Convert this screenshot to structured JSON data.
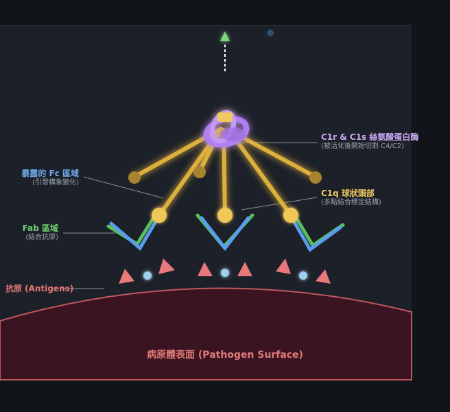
{
  "labels": {
    "c1r_c1s": {
      "title": "C1r & C1s 絲氨酸蛋白酶",
      "subtitle": "(被活化後開始切割 C4/C2)"
    },
    "fc": {
      "title": "暴露的 Fc 區域",
      "subtitle": "(引發構象變化)"
    },
    "c1q_heads": {
      "title": "C1q 球狀頭部",
      "subtitle": "(多點結合穩定結構)"
    },
    "fab": {
      "title": "Fab 區域",
      "subtitle": "(結合抗原)"
    },
    "antigens": {
      "title": "抗原 (Antigens)"
    },
    "surface": {
      "title": "病原體表面 (Pathogen Surface)"
    }
  },
  "colors": {
    "background": "#1c2028",
    "c1q_gold": "#e8b840",
    "c1rs_purple": "#b080f0",
    "antibody_blue": "#5b9cf0",
    "antibody_green": "#58c058",
    "antigen_red": "#e8787a",
    "surface_dark": "#3a1420",
    "surface_edge": "#c05860",
    "arrow_green": "#7fd67f"
  },
  "icons": {
    "activation_arrow": "arrow-up-icon",
    "c1rs_complex": "protease-coil-icon",
    "c1q_head": "globular-head-icon",
    "antibody": "antibody-y-icon",
    "antigen": "antigen-triangle-icon"
  }
}
